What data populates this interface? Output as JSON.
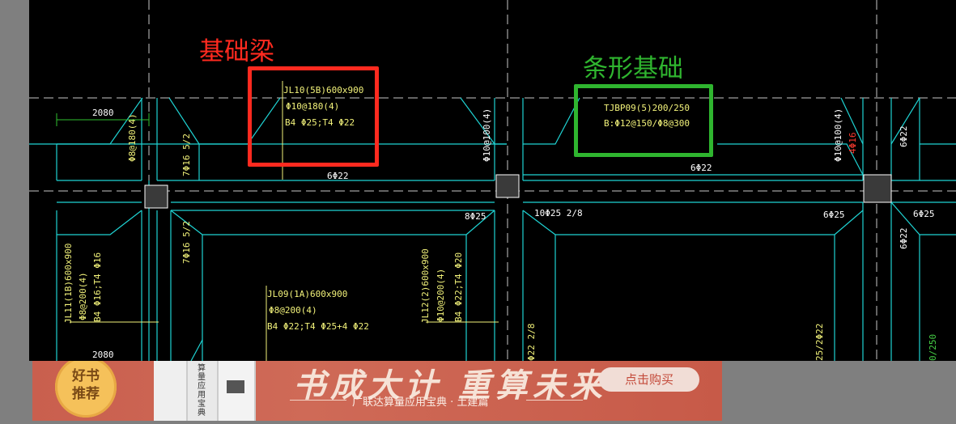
{
  "annotations": {
    "beam_label": "基础梁",
    "strip_label": "条形基础",
    "beam_color": "#ff2a1f",
    "strip_color": "#2fb52f"
  },
  "drawing": {
    "dim_top": "2080",
    "dim_bottom": "2080",
    "jl10": [
      "JL10(5B)600x900",
      "Φ10@180(4)",
      "B4 Φ25;T4 Φ22"
    ],
    "tjbp09": [
      "TJBP09(5)200/250",
      "B:Φ12@150/Φ8@300"
    ],
    "jl09": [
      "JL09(1A)600x900",
      "Φ8@200(4)",
      "B4 Φ22;T4 Φ25+4 Φ22"
    ],
    "jl11_v": "JL11(1B)600x900",
    "jl11_v2": "Φ8@200(4)",
    "jl11_v3": "B4 Φ16;T4 Φ16",
    "jl12_v": "JL12(2)600x900",
    "jl12_v2": "Φ10@200(4)",
    "jl12_v3": "B4 Φ22;T4 Φ20",
    "rebar_6_22_a": "6Φ22",
    "rebar_6_22_b": "6Φ22",
    "rebar_8_25": "8Φ25",
    "rebar_10_25": "10Φ25 2/8",
    "rebar_6_25_a": "6Φ25",
    "rebar_6_25_b": "6Φ25",
    "v_8_180": "Φ8@180(4)",
    "v_7_16_a": "7Φ16 5/2",
    "v_7_16_b": "7Φ16 5/2",
    "v_10_100_a": "Φ10@100(4)",
    "v_10_100_b": "Φ10@100(4)",
    "v_4_16": "4Φ16",
    "v_6_22": "6Φ22",
    "v_6_22_b": "6Φ22",
    "v_22_28": "Φ22 2/8",
    "v_25_22": "25/2Φ22",
    "v_250": "0/250"
  },
  "ad": {
    "badge_line1": "好书",
    "badge_line2": "推荐",
    "headline": "书成大计 重算未来",
    "subtitle": "广联达算量应用宝典 · 土建篇",
    "buy_button": "点击购买",
    "book_spine": "算量应用宝典"
  }
}
